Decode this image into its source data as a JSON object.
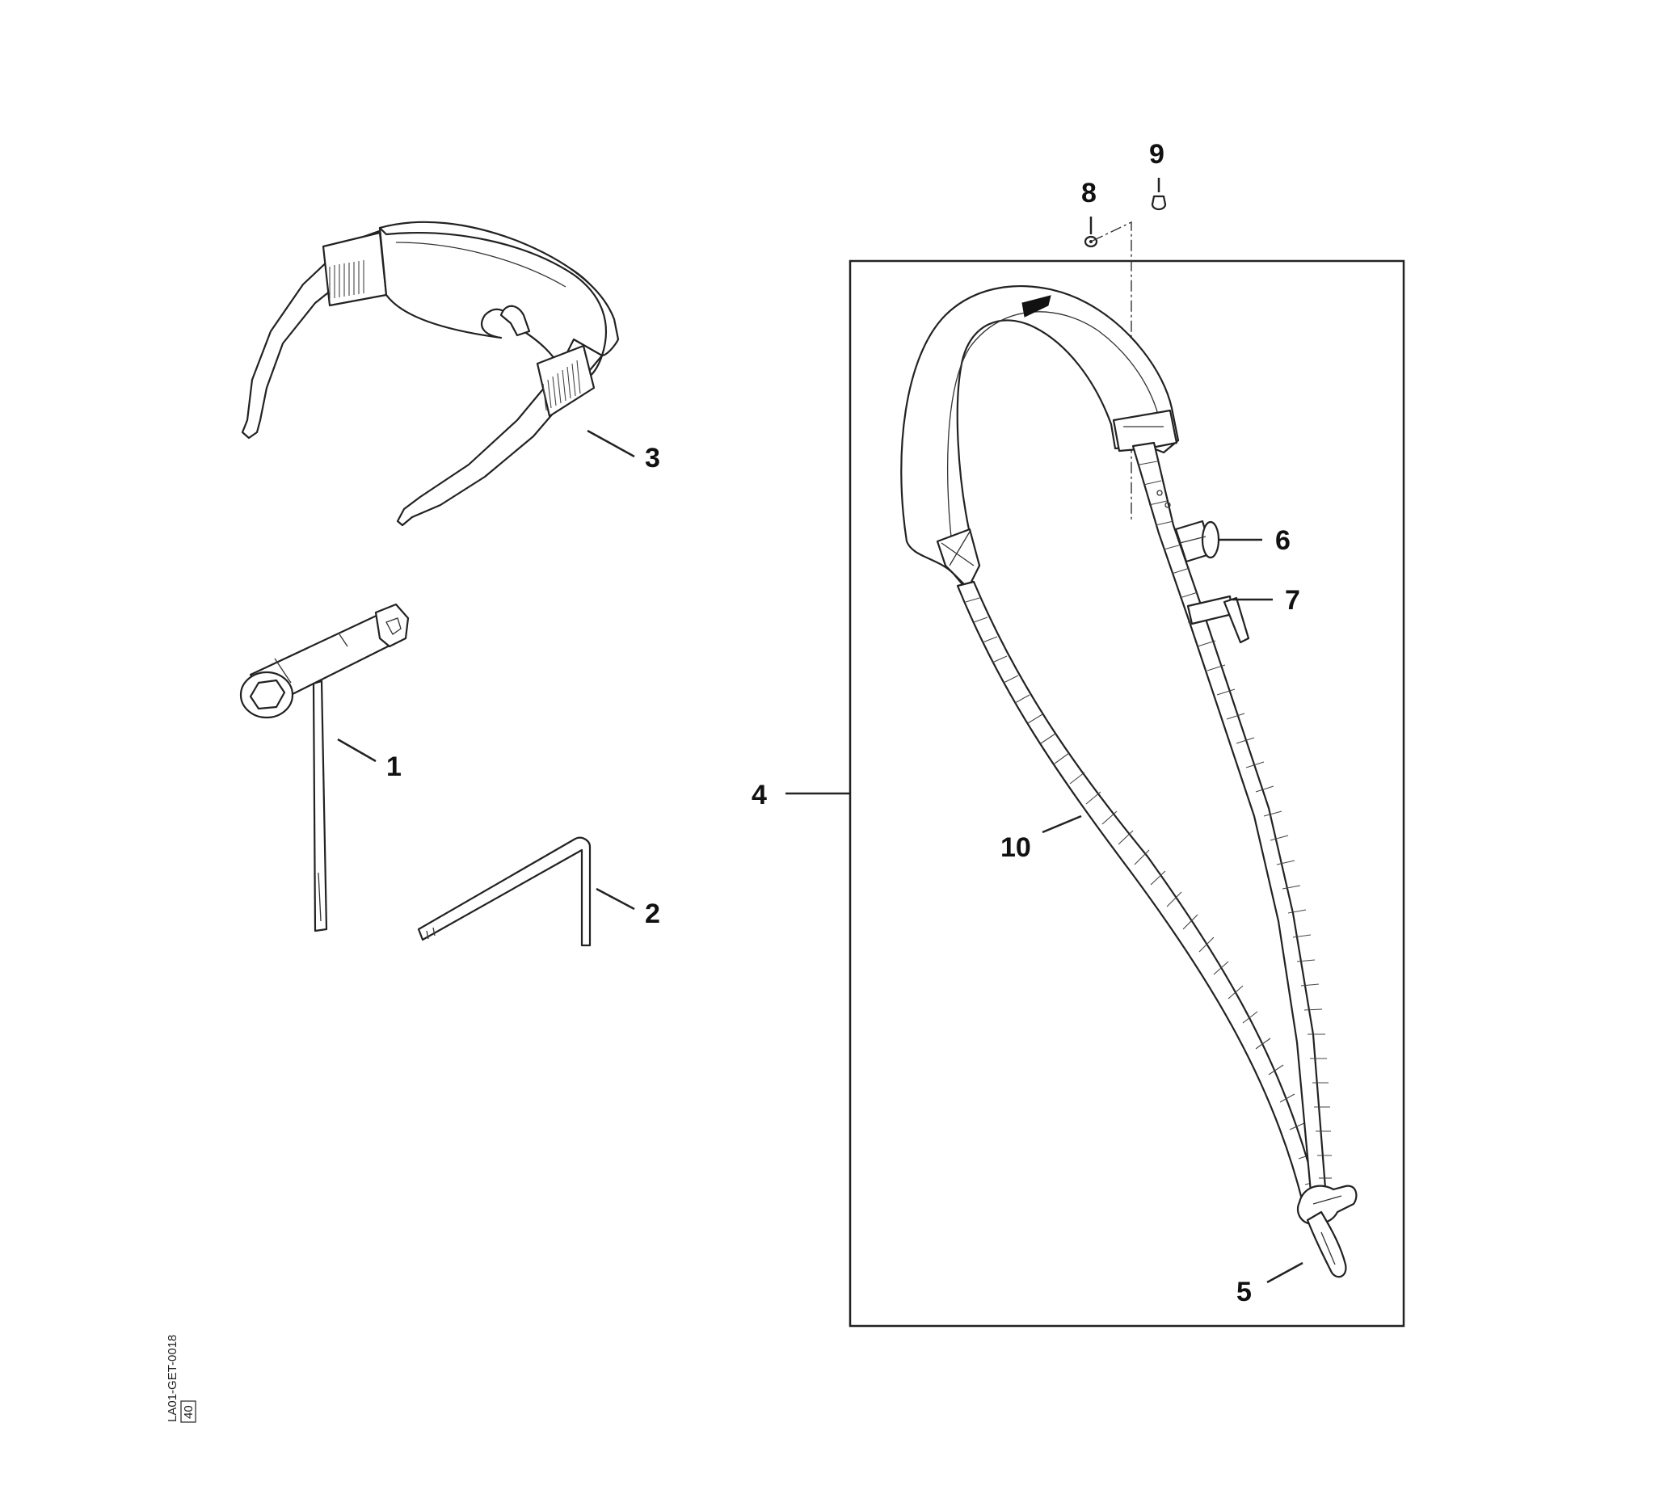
{
  "diagram": {
    "callouts": [
      {
        "id": "1",
        "label": "1"
      },
      {
        "id": "2",
        "label": "2"
      },
      {
        "id": "3",
        "label": "3"
      },
      {
        "id": "4",
        "label": "4"
      },
      {
        "id": "5",
        "label": "5"
      },
      {
        "id": "6",
        "label": "6"
      },
      {
        "id": "7",
        "label": "7"
      },
      {
        "id": "8",
        "label": "8"
      },
      {
        "id": "9",
        "label": "9"
      },
      {
        "id": "10",
        "label": "10"
      }
    ],
    "drawing_code": "LA01-GET-0018",
    "revision": "40"
  },
  "colors": {
    "line": "#222222",
    "background": "#ffffff"
  }
}
